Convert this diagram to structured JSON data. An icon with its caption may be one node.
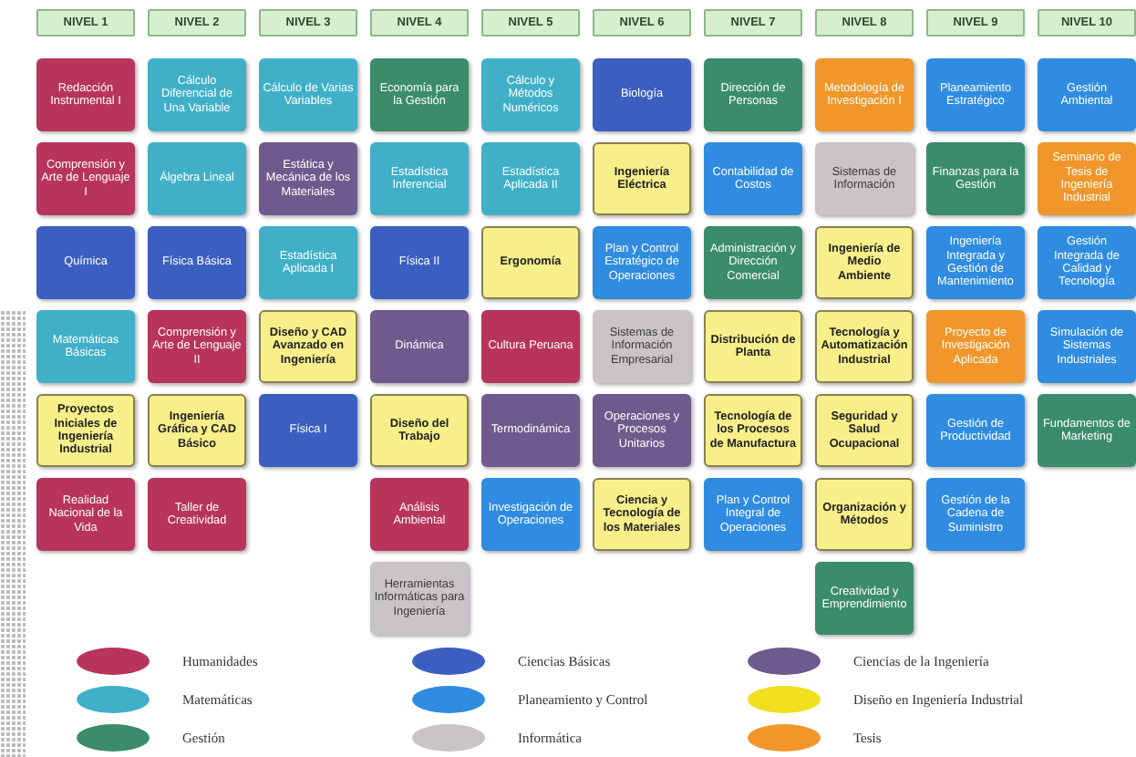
{
  "diagram": {
    "nodes": [
      {
        "text": [
          "NIVEL 1"
        ]
      },
      {
        "text": [
          "NIVEL 2"
        ]
      },
      {
        "text": [
          "NIVEL 3"
        ]
      },
      {
        "text": [
          "NIVEL 4"
        ]
      },
      {
        "text": [
          "NIVEL 5"
        ]
      },
      {
        "text": [
          "NIVEL 6"
        ]
      },
      {
        "text": [
          "NIVEL 7"
        ]
      },
      {
        "text": [
          "NIVEL 8"
        ]
      },
      {
        "text": [
          "NIVEL 9"
        ]
      },
      {
        "text": [
          "NIVEL 10"
        ]
      },
      {
        "text": [
          "Redacción Instrumental I"
        ]
      },
      {
        "text": [
          "Cálculo Diferencial de Una Variable"
        ]
      },
      {
        "text": [
          "Cálculo de Varias Variables"
        ]
      },
      {
        "text": [
          "Economía para la Gestión"
        ]
      },
      {
        "text": [
          "Cálculo y Métodos Numéricos"
        ]
      },
      {
        "text": [
          "Biología"
        ]
      },
      {
        "text": [
          "Dirección de Personas"
        ]
      },
      {
        "text": [
          "Metodología de Investigación I"
        ]
      },
      {
        "text": [
          "Planeamiento Estratégico"
        ]
      },
      {
        "text": [
          "Gestión Ambiental"
        ]
      },
      {
        "text": [
          "Comprensión y Arte de Lenguaje I"
        ]
      },
      {
        "text": [
          "Álgebra Lineal"
        ]
      },
      {
        "text": [
          "Estática y Mecánica de los Materiales"
        ]
      },
      {
        "text": [
          "Estadística Inferencial"
        ]
      },
      {
        "text": [
          "Estadística Aplicada II"
        ]
      },
      {
        "text": [
          "Ingeniería Eléctrica"
        ]
      },
      {
        "text": [
          "Contabilidad de Costos"
        ]
      },
      {
        "text": [
          "Sistemas de Información"
        ]
      },
      {
        "text": [
          "Finanzas para la Gestión"
        ]
      },
      {
        "text": [
          "Seminario de Tesis de Ingeniería Industrial"
        ]
      },
      {
        "text": [
          "Química"
        ]
      },
      {
        "text": [
          "Física Básica"
        ]
      },
      {
        "text": [
          "Estadística Aplicada I"
        ]
      },
      {
        "text": [
          "Física II"
        ]
      },
      {
        "text": [
          "Ergonomía"
        ]
      },
      {
        "text": [
          "Plan y Control Estratégico de Operaciones"
        ]
      },
      {
        "text": [
          "Administración y Dirección Comercial"
        ]
      },
      {
        "text": [
          "Ingeniería de Medio Ambiente"
        ]
      },
      {
        "text": [
          "Ingeniería Integrada y Gestión de Mantenimiento"
        ]
      },
      {
        "text": [
          "Gestión Integrada de Calidad y Tecnología"
        ]
      },
      {
        "text": [
          "Matemáticas Básicas"
        ]
      },
      {
        "text": [
          "Comprensión y Arte de Lenguaje II"
        ]
      },
      {
        "text": [
          "Diseño y CAD Avanzado en Ingeniería"
        ]
      },
      {
        "text": [
          "Dinámica"
        ]
      },
      {
        "text": [
          "Cultura Peruana"
        ]
      },
      {
        "text": [
          "Sistemas de Información Empresarial"
        ]
      },
      {
        "text": [
          "Distribución de Planta"
        ]
      },
      {
        "text": [
          "Tecnología y Automatización Industrial"
        ]
      },
      {
        "text": [
          "Proyecto de Investigación Aplicada"
        ]
      },
      {
        "text": [
          "Simulación de Sistemas Industriales"
        ]
      },
      {
        "text": [
          "Proyectos Iniciales de Ingeniería Industrial"
        ]
      },
      {
        "text": [
          "Ingeniería Gráfica y CAD Básico"
        ]
      },
      {
        "text": [
          "Física I"
        ]
      },
      {
        "text": [
          "Diseño del Trabajo"
        ]
      },
      {
        "text": [
          "Termodinámica"
        ]
      },
      {
        "text": [
          "Operaciones y Procesos Unitarios"
        ]
      },
      {
        "text": [
          "Tecnología de los Procesos de Manufactura"
        ]
      },
      {
        "text": [
          "Seguridad y Salud Ocupacional"
        ]
      },
      {
        "text": [
          "Gestión de Productividad"
        ]
      },
      {
        "text": [
          "Fundamentos de Marketing"
        ]
      },
      {
        "text": [
          "Realidad Nacional de la Vida"
        ]
      },
      {
        "text": [
          "Taller de Creatividad"
        ]
      },
      {
        "text": [
          "Análisis Ambiental"
        ]
      },
      {
        "text": [
          "Investigación de Operaciones"
        ]
      },
      {
        "text": [
          "Ciencia y Tecnología de los Materiales"
        ]
      },
      {
        "text": [
          "Plan y Control Integral de Operaciones"
        ]
      },
      {
        "text": [
          "Organización y Métodos"
        ]
      },
      {
        "text": [
          "Gestión de la Cadena de Suministro"
        ]
      },
      {
        "text": [
          "Herramientas Informáticas para Ingeniería"
        ]
      },
      {
        "text": [
          "Creatividad y Emprendimiento"
        ]
      }
    ],
    "legend": [
      {
        "text": "Humanidades",
        "color": "#b8345a"
      },
      {
        "text": "Matemáticas",
        "color": "#40b0c8"
      },
      {
        "text": "Gestión",
        "color": "#3a8c6a"
      },
      {
        "text": "Ciencias Básicas",
        "color": "#3b5fc0"
      },
      {
        "text": "Planeamiento y Control",
        "color": "#2f8ce0"
      },
      {
        "text": "Informática",
        "color": "#c8c4c8"
      },
      {
        "text": "Ciencias de la Ingeniería",
        "color": "#6e5a8c"
      },
      {
        "text": "Diseño en Ingeniería Industrial",
        "color": "#f0e020"
      },
      {
        "text": "Tesis",
        "color": "#f0962a"
      }
    ]
  }
}
